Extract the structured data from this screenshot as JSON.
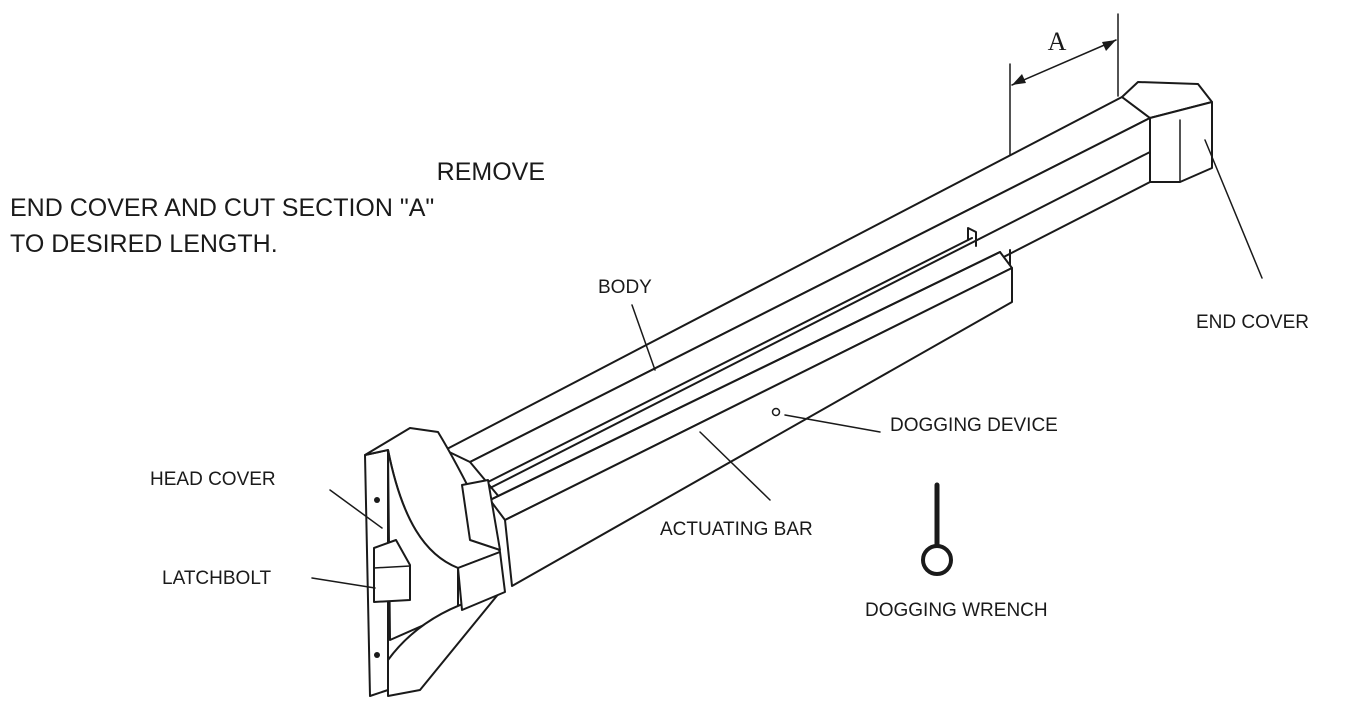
{
  "instruction": {
    "line1": "REMOVE",
    "line2": "END COVER AND CUT SECTION \"A\"",
    "line3": "TO DESIRED LENGTH."
  },
  "dimension": {
    "label": "A"
  },
  "labels": {
    "body": "BODY",
    "end_cover": "END COVER",
    "dogging_device": "DOGGING DEVICE",
    "head_cover": "HEAD COVER",
    "actuating_bar": "ACTUATING BAR",
    "latchbolt": "LATCHBOLT",
    "dogging_wrench": "DOGGING WRENCH"
  }
}
